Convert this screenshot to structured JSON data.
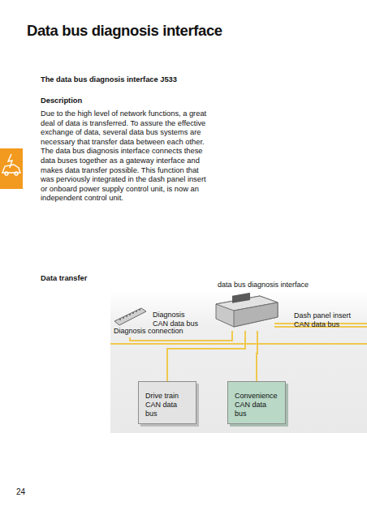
{
  "diagram": {
    "title": "Data bus diagnosis interface",
    "nodes": [
      {
        "text": [
          "data bus diagnosis interface"
        ]
      },
      {
        "text": [
          "Diagnosis connection"
        ]
      },
      {
        "text": [
          "Drive train CAN data bus"
        ]
      },
      {
        "text": [
          "Convenience CAN data bus"
        ]
      }
    ],
    "edges": [
      {
        "from": 1,
        "to": 0,
        "label": "Diagnosis CAN data bus",
        "arrow": "none"
      },
      {
        "from": 0,
        "to": 2,
        "arrow": "none"
      },
      {
        "from": 0,
        "to": 3,
        "arrow": "none"
      }
    ],
    "labels": [
      "The data bus diagnosis interface J533",
      "Description",
      "Due to the high level of network functions, a great deal of data is transferred. To assure the effective exchange of data, several data bus systems are necessary that transfer data between each other.",
      "The data bus diagnosis interface connects these data buses together as a gateway interface and makes data transfer possible. This function that was perviously integrated in the dash panel insert or onboard power supply control unit, is now an independent control unit.",
      "Data transfer",
      "Dash panel insert CAN data bus",
      "24"
    ]
  }
}
